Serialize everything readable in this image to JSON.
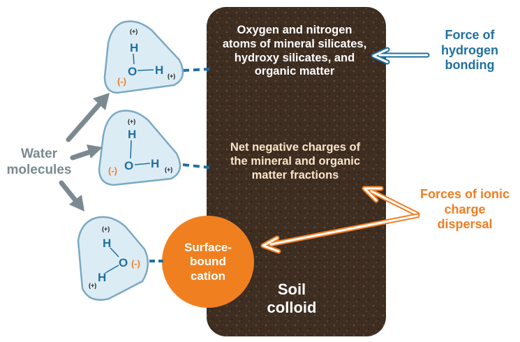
{
  "colors": {
    "soil_dark": "#3a2a1f",
    "soil_mid": "#5a4434",
    "molecule_fill": "#dcecf5",
    "molecule_stroke": "#7aa9c4",
    "atom_blue": "#1f6fa0",
    "charge_orange": "#ef7d22",
    "arrow_gray": "#7b8a90",
    "cation_orange": "#f0801f"
  },
  "labels": {
    "water_molecules": "Water molecules",
    "force_hydrogen": "Force of hydrogen bonding",
    "forces_ionic": "Forces of ionic charge dispersal"
  },
  "soil": {
    "text_top": "Oxygen and nitrogen atoms of mineral silicates, hydroxy silicates, and organic matter",
    "text_mid": "Net negative charges of the mineral and organic matter fractions",
    "title": "Soil colloid"
  },
  "cation": {
    "label": "Surface-bound cation"
  },
  "molecule": {
    "hydrogen": "H",
    "oxygen": "O",
    "negative_charge": "(-)",
    "positive_charge": "(+)"
  },
  "icons": [
    "water-molecule-icon",
    "gray-arrow-icon",
    "outline-arrow-icon"
  ]
}
